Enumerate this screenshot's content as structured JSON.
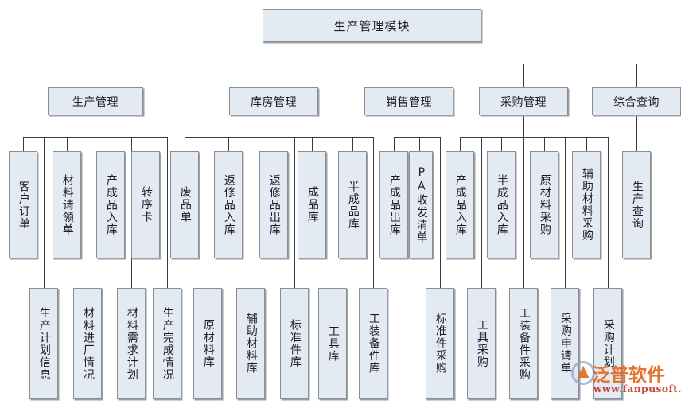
{
  "diagram": {
    "title": "生产管理模块",
    "root": {
      "label": "生产管理模块"
    },
    "branches": [
      {
        "label": "生产管理",
        "children": [
          "客户订单",
          "生产计划信息",
          "材料请领单",
          "材料进厂情况",
          "产成品入库",
          "材料需求计划",
          "转序卡",
          "生产完成情况"
        ]
      },
      {
        "label": "库房管理",
        "children": [
          "废品单",
          "原材料库",
          "返修品入库",
          "辅助材料库",
          "返修品出库",
          "标准件库",
          "成品库",
          "工具库",
          "半成品库",
          "工装备件库"
        ]
      },
      {
        "label": "销售管理",
        "children": [
          "产成品出库",
          "PA收发清单",
          "标准件采购"
        ]
      },
      {
        "label": "采购管理",
        "children": [
          "产成品入库",
          "工具采购",
          "半成品入库",
          "工装备件采购",
          "原材料采购",
          "采购申请单",
          "辅助材料采购",
          "采购计划"
        ]
      },
      {
        "label": "综合查询",
        "children": [
          "生产查询"
        ]
      }
    ],
    "nodes": {
      "root": "生产管理模块",
      "l2_0": "生产管理",
      "l2_1": "库房管理",
      "l2_2": "销售管理",
      "l2_3": "采购管理",
      "l2_4": "综合查询",
      "n00": "客户订单",
      "n01": "材料请领单",
      "n02": "产成品入库",
      "n03": "转序卡",
      "n04": "生产计划信息",
      "n05": "材料进厂情况",
      "n06": "材料需求计划",
      "n07": "生产完成情况",
      "n10": "废品单",
      "n11": "返修品入库",
      "n12": "返修品出库",
      "n13": "成品库",
      "n14": "半成品库",
      "n15": "原材料库",
      "n16": "辅助材料库",
      "n17": "标准件库",
      "n18": "工具库",
      "n19": "工装备件库",
      "n20": "产成品出库",
      "n21": "PA收发清单",
      "n22": "标准件采购",
      "n30": "产成品入库",
      "n31": "半成品入库",
      "n32": "原材料采购",
      "n33": "辅助材料采购",
      "n34": "工具采购",
      "n35": "工装备件采购",
      "n36": "采购申请单",
      "n37": "采购计划",
      "n40": "生产查询"
    }
  },
  "watermark": {
    "brand": "泛普软件",
    "url": "www.fanpusoft.com",
    "color": "#e06a1e"
  },
  "style": {
    "box_fill": "#e4eaf2",
    "box_border": "#8a8f97",
    "line_color": "#3b3b3b",
    "text_color": "#1b1b2e",
    "background": "#ffffff"
  }
}
